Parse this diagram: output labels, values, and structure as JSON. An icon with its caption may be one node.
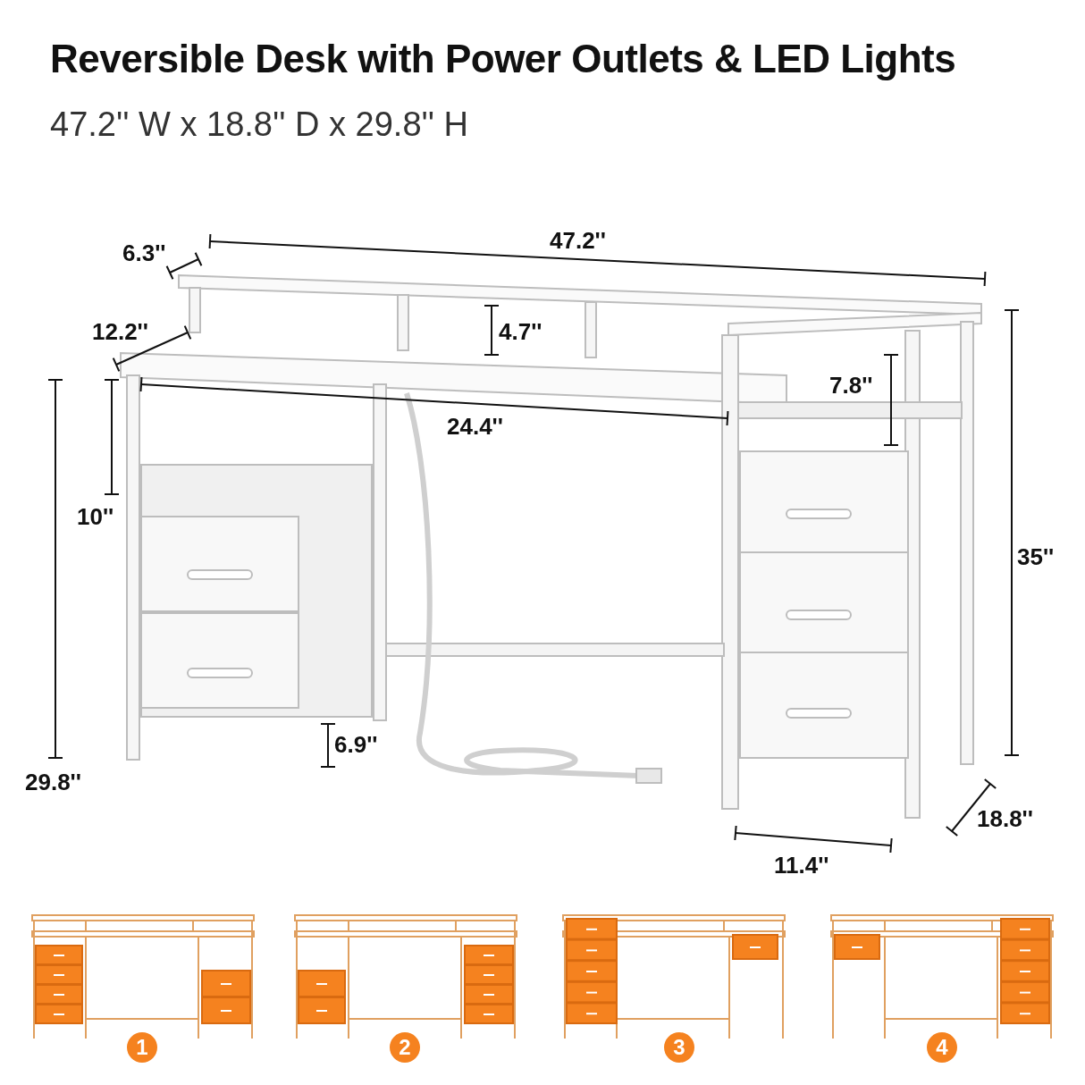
{
  "diagram": {
    "title": "Reversible Desk with Power Outlets & LED Lights",
    "labels": [
      "47.2'' W x 18.8'' D x 29.8'' H",
      "6.3''",
      "47.2''",
      "12.2''",
      "4.7''",
      "7.8''",
      "24.4''",
      "10''",
      "35''",
      "6.9''",
      "29.8''",
      "18.8''",
      "11.4''",
      "1",
      "2",
      "3",
      "4"
    ]
  }
}
